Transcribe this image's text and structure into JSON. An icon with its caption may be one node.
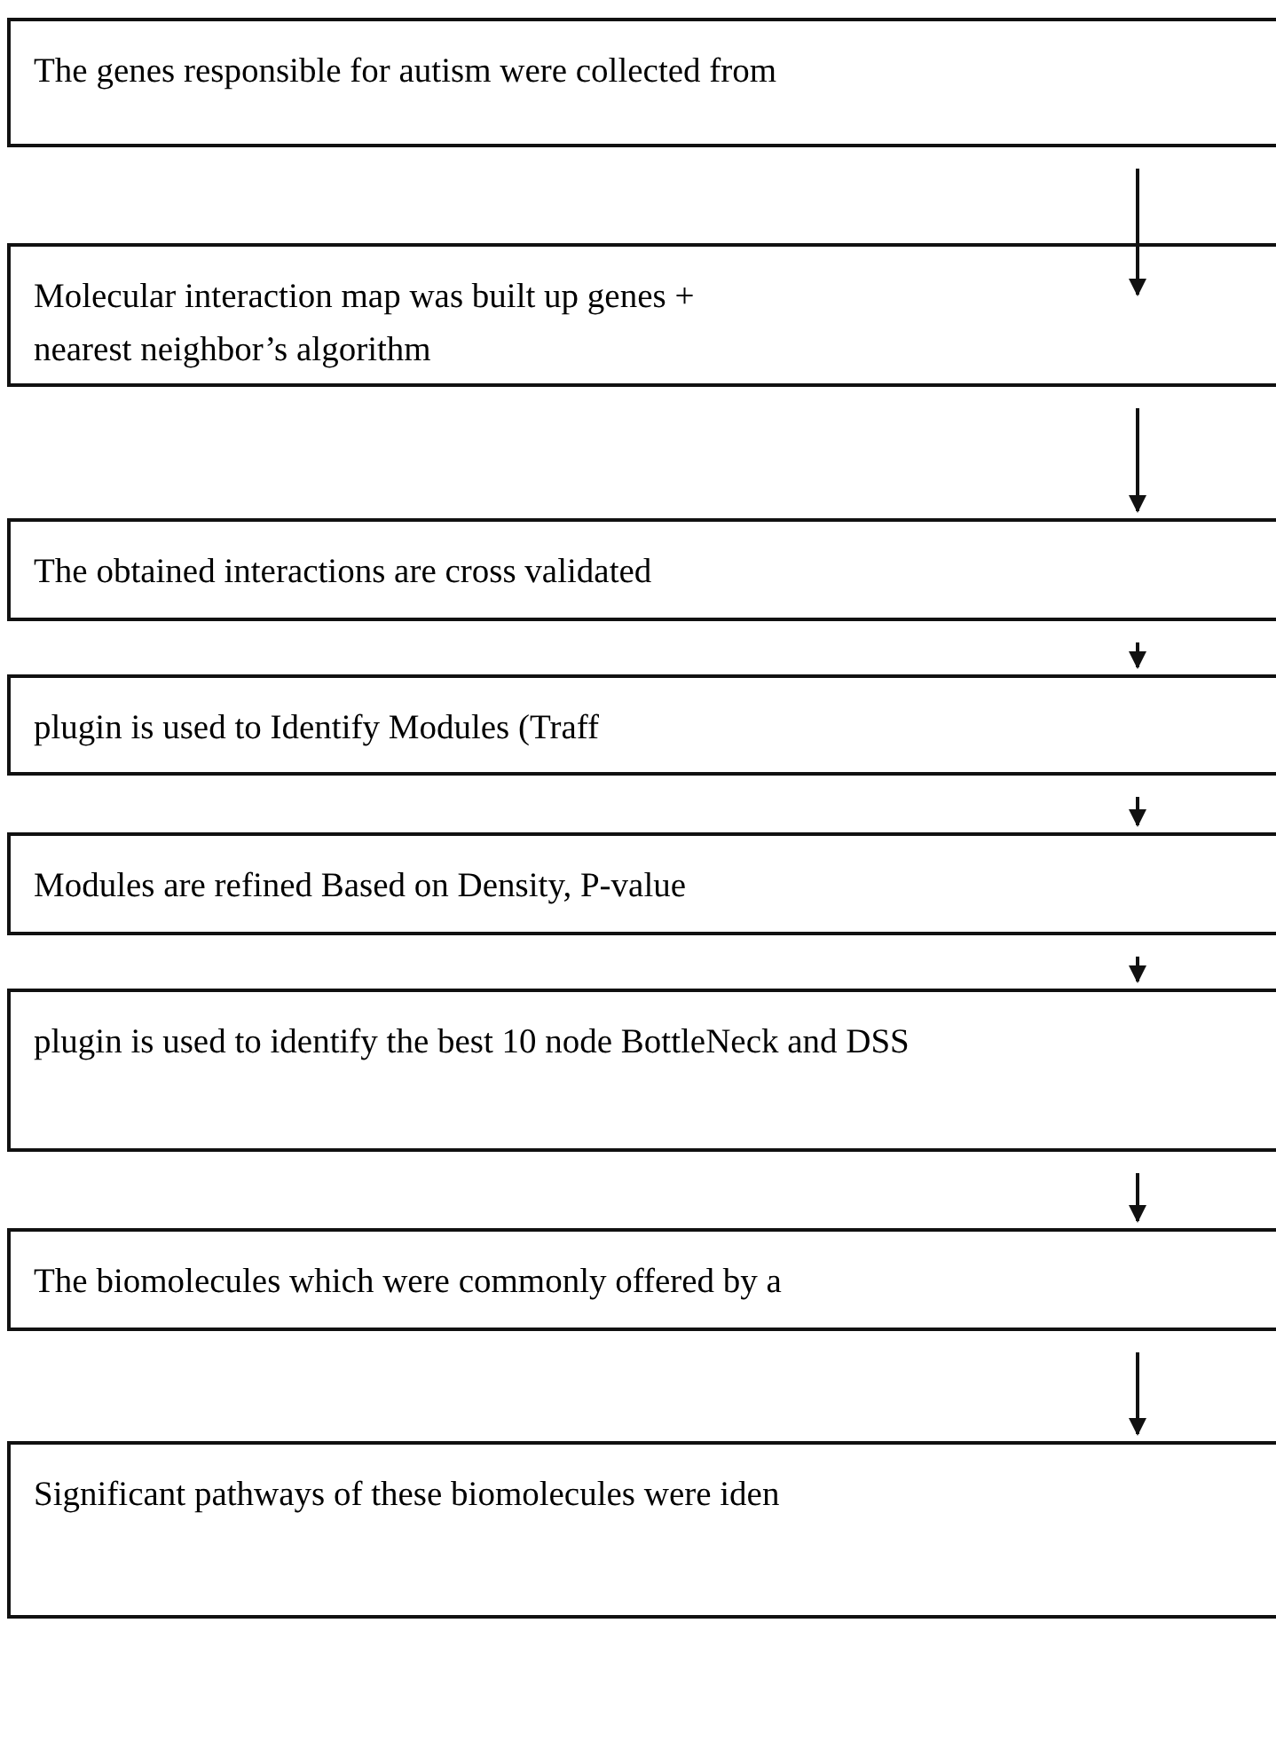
{
  "diagram": {
    "nodes": [
      {
        "text": [
          "The genes responsible for autism were collected from"
        ]
      },
      {
        "text": [
          "Molecular interaction map was built up genes + nearest neighbor’s algorithm"
        ]
      },
      {
        "text": [
          "The obtained interactions are cross validated"
        ]
      },
      {
        "text": [
          "plugin is used to Identify Modules (Traff"
        ]
      },
      {
        "text": [
          "Modules are refined Based on Density, P-value"
        ]
      },
      {
        "text": [
          "plugin is used to identify the best 10 node BottleNeck and DSS"
        ]
      },
      {
        "text": [
          "The biomolecules which were commonly offered by a"
        ]
      },
      {
        "text": [
          "Significant pathways of these biomolecules were iden"
        ]
      }
    ],
    "edges": [
      {
        "from": 0,
        "to": 1,
        "arrow": "to"
      },
      {
        "from": 1,
        "to": 2,
        "arrow": "to"
      },
      {
        "from": 2,
        "to": 3,
        "arrow": "to"
      },
      {
        "from": 3,
        "to": 4,
        "arrow": "to"
      },
      {
        "from": 4,
        "to": 5,
        "arrow": "to"
      },
      {
        "from": 5,
        "to": 6,
        "arrow": "to"
      },
      {
        "from": 6,
        "to": 7,
        "arrow": "to"
      }
    ]
  }
}
